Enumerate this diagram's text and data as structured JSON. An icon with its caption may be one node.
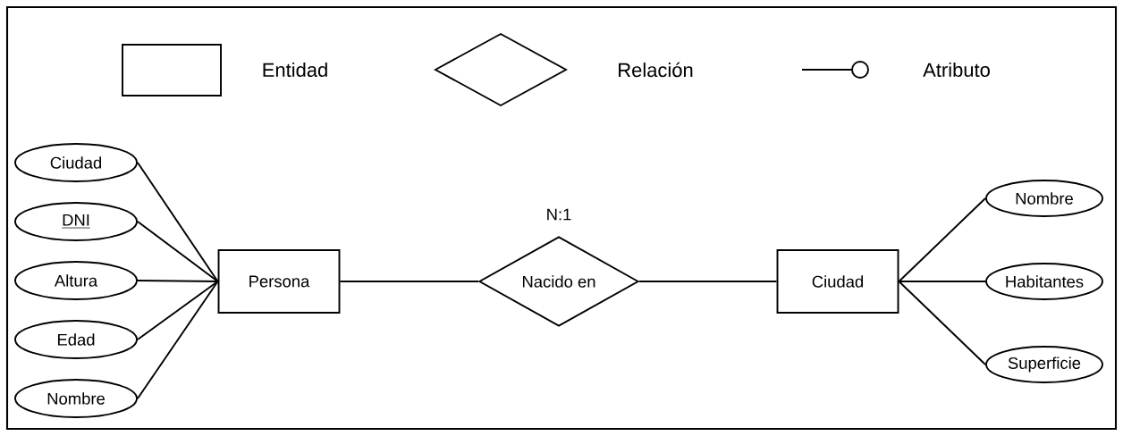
{
  "diagram": {
    "nodes": [
      {
        "text": [
          "Ciudad"
        ]
      },
      {
        "text": [
          "DNI"
        ]
      },
      {
        "text": [
          "Altura"
        ]
      },
      {
        "text": [
          "Edad"
        ]
      },
      {
        "text": [
          "Nombre"
        ]
      },
      {
        "text": [
          "Persona"
        ]
      },
      {
        "text": [
          "Nacido en"
        ],
        "beside": [
          "N:1"
        ]
      },
      {
        "text": [
          "Ciudad"
        ]
      },
      {
        "text": [
          "Nombre"
        ]
      },
      {
        "text": [
          "Habitantes"
        ]
      },
      {
        "text": [
          "Superficie"
        ]
      }
    ],
    "edges": [
      {
        "from": 0,
        "to": 5,
        "arrow": "none"
      },
      {
        "from": 1,
        "to": 5,
        "arrow": "none"
      },
      {
        "from": 2,
        "to": 5,
        "arrow": "none"
      },
      {
        "from": 3,
        "to": 5,
        "arrow": "none"
      },
      {
        "from": 4,
        "to": 5,
        "arrow": "none"
      },
      {
        "from": 5,
        "to": 6,
        "arrow": "none"
      },
      {
        "from": 6,
        "to": 7,
        "arrow": "none"
      },
      {
        "from": 7,
        "to": 8,
        "arrow": "none"
      },
      {
        "from": 7,
        "to": 9,
        "arrow": "none"
      },
      {
        "from": 7,
        "to": 10,
        "arrow": "none"
      }
    ],
    "legend": [
      {
        "text": "Entidad"
      },
      {
        "text": "Relación"
      },
      {
        "text": "Atributo"
      }
    ]
  }
}
